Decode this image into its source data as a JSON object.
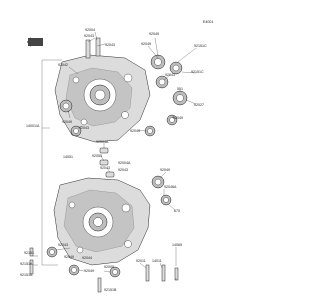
{
  "figure_id": "E4001",
  "labels": {
    "l92004a": "92004",
    "l92043a": "92043",
    "l92043b": "92043",
    "l92049a": "92049",
    "l92049b": "92049",
    "l92042": "92042",
    "l92151a": "92151C",
    "l92151b": "92151C",
    "l92043c": "92043",
    "l551": "551",
    "l92049c": "92049",
    "l92027": "92027",
    "l92049d": "92049",
    "l14001a": "14001/A",
    "l92049e": "92049",
    "l92043d": "92043",
    "l92004b": "92004A",
    "l92055": "92055",
    "l92043e": "92043",
    "l92004c": "92004A",
    "l92043f": "92043",
    "l92049f": "92049",
    "l14051": "14051",
    "l92151c": "92151",
    "l92043g": "92043",
    "l92046a": "92046A",
    "l670": "670",
    "l92049g": "92049",
    "l92044": "92044",
    "l92151d": "92151A",
    "l92151e": "92151A",
    "l14065": "14065",
    "l92011": "92011",
    "l14011": "14011",
    "l92151f": "92151B",
    "l92005": "92005"
  }
}
